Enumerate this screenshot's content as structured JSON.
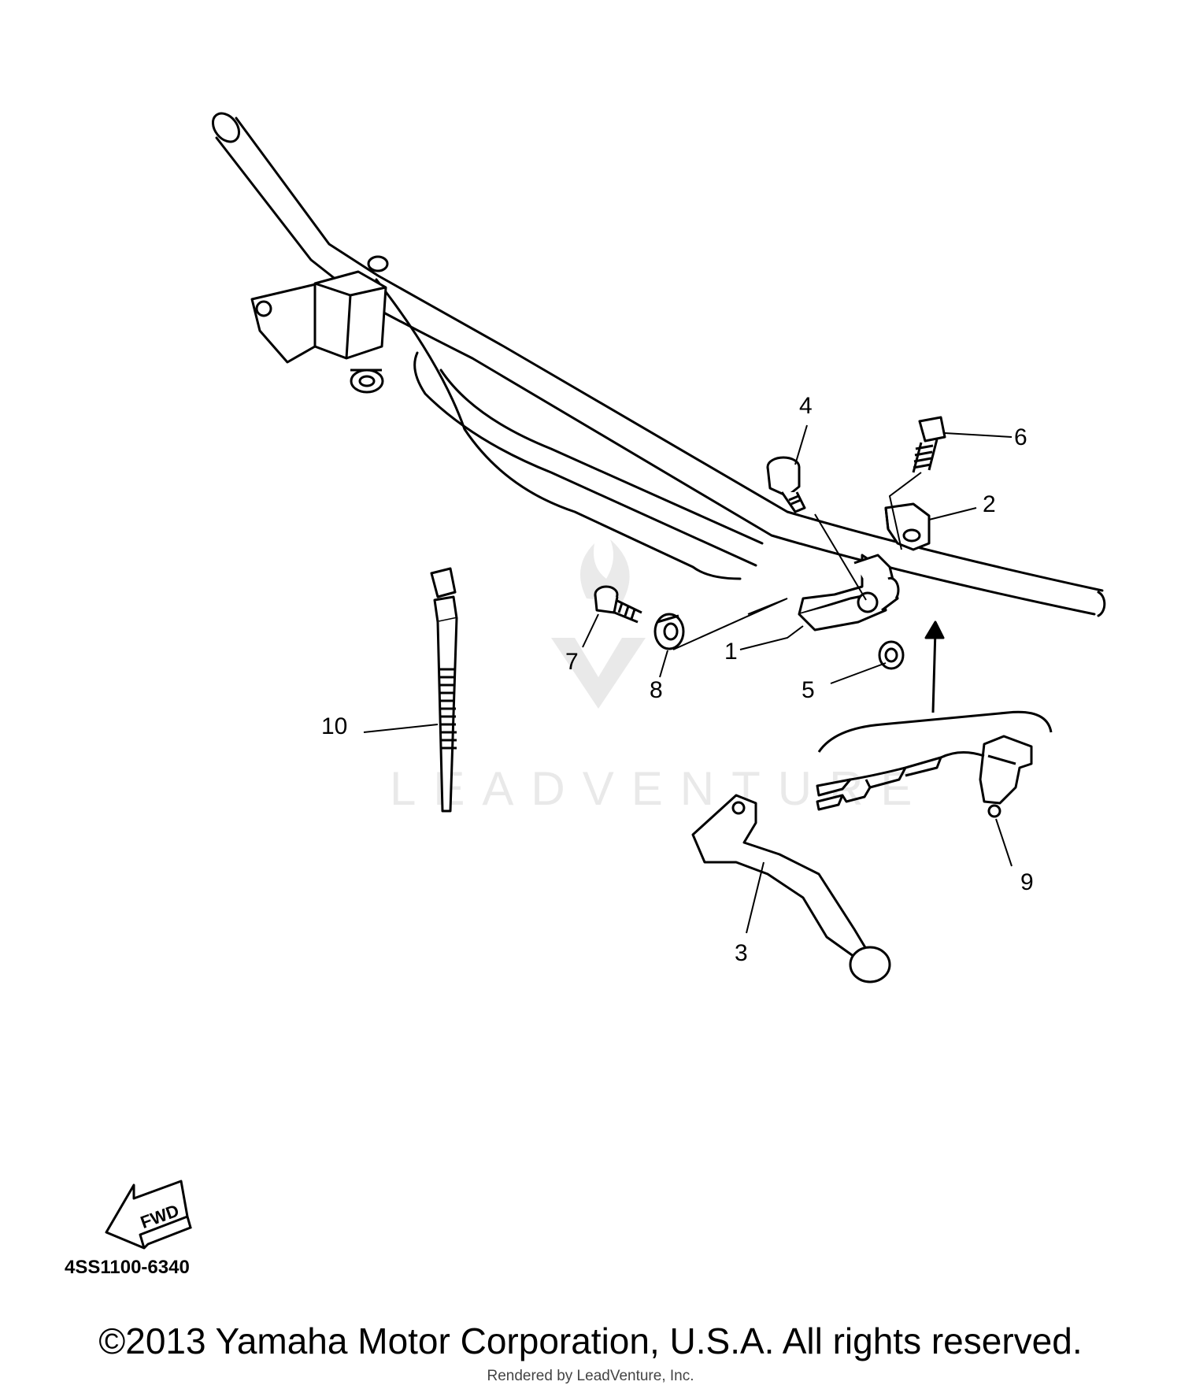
{
  "callouts": [
    {
      "id": "1",
      "text": "1"
    },
    {
      "id": "2",
      "text": "2"
    },
    {
      "id": "3",
      "text": "3"
    },
    {
      "id": "4",
      "text": "4"
    },
    {
      "id": "5",
      "text": "5"
    },
    {
      "id": "6",
      "text": "6"
    },
    {
      "id": "7",
      "text": "7"
    },
    {
      "id": "8",
      "text": "8"
    },
    {
      "id": "9",
      "text": "9"
    },
    {
      "id": "10",
      "text": "10"
    }
  ],
  "direction_arrow": {
    "text": "FWD",
    "icon": "fwd-arrow-icon"
  },
  "diagram_code": "4SS1100-6340",
  "watermark": "LEADVENTURE",
  "copyright": "©2013 Yamaha Motor Corporation, U.S.A. All rights reserved.",
  "rendered_by": "Rendered by LeadVenture, Inc."
}
